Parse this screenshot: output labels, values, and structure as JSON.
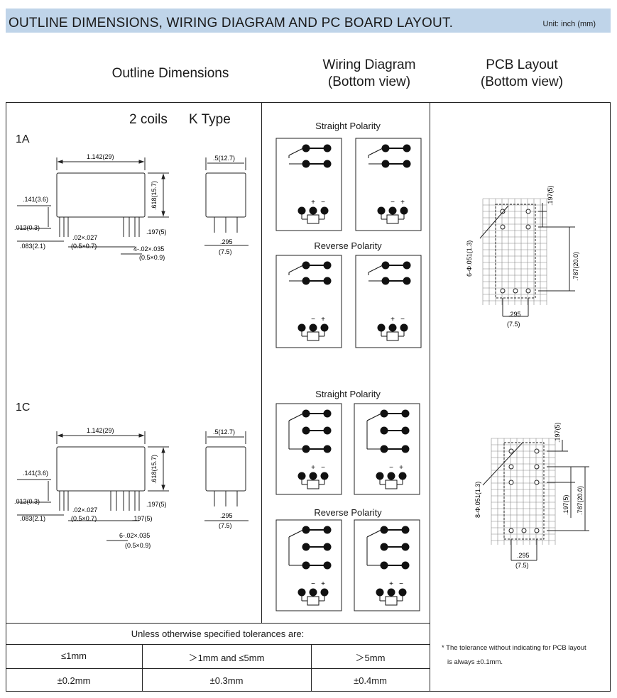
{
  "header": {
    "title": "OUTLINE DIMENSIONS, WIRING DIAGRAM AND PC BOARD LAYOUT.",
    "unit": "Unit: inch (mm)"
  },
  "columns": {
    "outline": "Outline Dimensions",
    "wiring_line1": "Wiring Diagram",
    "wiring_line2": "(Bottom view)",
    "pcb_line1": "PCB Layout",
    "pcb_line2": "(Bottom view)"
  },
  "outline": {
    "heading_coils": "2 coils",
    "heading_type": "K Type",
    "label_1a": "1A",
    "label_1c": "1C",
    "dims_1a": {
      "length": "1.142(29)",
      "height": ".618(15.7)",
      "pin_len": ".141(3.6)",
      "standoff": ".012(0.3)",
      "edge": ".083(2.1)",
      "pin_size_a": ".02×.027",
      "pin_size_b": "(0.5×0.7)",
      "pitch": ".197(5)",
      "pin_count_a": "4-.02×.035",
      "pin_count_b": "(0.5×0.9)",
      "width": ".5(12.7)",
      "pin_pitch_a": ".295",
      "pin_pitch_b": "(7.5)"
    },
    "dims_1c": {
      "length": "1.142(29)",
      "height": ".618(15.7)",
      "pin_len": ".141(3.6)",
      "standoff": ".012(0.3)",
      "edge": ".083(2.1)",
      "pin_size_a": ".02×.027",
      "pin_size_b": "(0.5×0.7)",
      "pitch": ".197(5)",
      "pin_count_a": "6-.02×.035",
      "pin_count_b": "(0.5×0.9)",
      "width": ".5(12.7)",
      "pin_pitch_a": ".295",
      "pin_pitch_b": "(7.5)"
    }
  },
  "wiring": {
    "straight_1a": "Straight Polarity",
    "reverse_1a": "Reverse Polarity",
    "straight_1c": "Straight Polarity",
    "reverse_1c": "Reverse Polarity",
    "plus": "+",
    "minus": "−"
  },
  "pcb": {
    "top_vert": "6-Φ.051(1.3)",
    "top_pitch": ".197(5)",
    "top_len": ".787(20.0)",
    "top_pitch_a": ".295",
    "top_pitch_b": "(7.5)",
    "bot_vert": "8-Φ.051(1.3)",
    "bot_pitch": ".197(5)",
    "bot_pitch2": ".197(5)",
    "bot_len": ".787(20.0)",
    "bot_pitch_a": ".295",
    "bot_pitch_b": "(7.5)"
  },
  "tolerance": {
    "title": "Unless otherwise specified tolerances are:",
    "headers": [
      "≤1mm",
      "＞1mm and ≤5mm",
      "＞5mm"
    ],
    "values": [
      "±0.2mm",
      "±0.3mm",
      "±0.4mm"
    ]
  },
  "note": {
    "line1": "* The tolerance without indicating for PCB layout",
    "line2": "is always ±0.1mm."
  }
}
